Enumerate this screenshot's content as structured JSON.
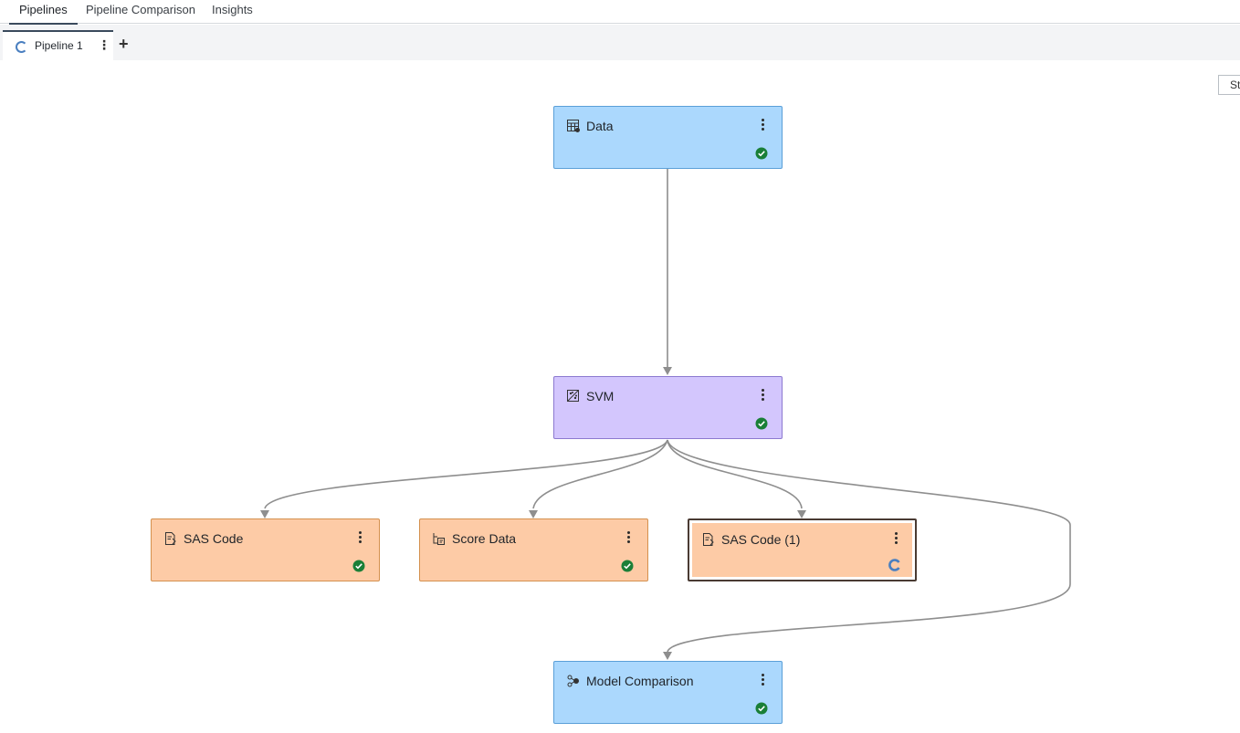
{
  "top_tabs": [
    {
      "label": "Pipelines",
      "active": true
    },
    {
      "label": "Pipeline Comparison",
      "active": false
    },
    {
      "label": "Insights",
      "active": false
    }
  ],
  "pipeline_tab": {
    "label": "Pipeline 1",
    "status": "running"
  },
  "toolbar": {
    "partial_button_label": "St"
  },
  "nodes": {
    "data": {
      "title": "Data",
      "icon": "data-table-icon",
      "status": "completed"
    },
    "svm": {
      "title": "SVM",
      "icon": "svm-model-icon",
      "status": "completed"
    },
    "sas_code": {
      "title": "SAS Code",
      "icon": "code-file-icon",
      "status": "completed"
    },
    "score_data": {
      "title": "Score Data",
      "icon": "score-data-icon",
      "status": "completed"
    },
    "sas_code_1": {
      "title": "SAS Code (1)",
      "icon": "code-file-icon",
      "status": "running"
    },
    "model_comparison": {
      "title": "Model Comparison",
      "icon": "model-comparison-icon",
      "status": "completed"
    }
  },
  "colors": {
    "data_node": "#abd8fd",
    "model_node": "#d3c6fd",
    "postprocess_node": "#fdcba6",
    "success": "#1a7f37",
    "running": "#4a7fc0",
    "edge": "#8e8e8e"
  }
}
